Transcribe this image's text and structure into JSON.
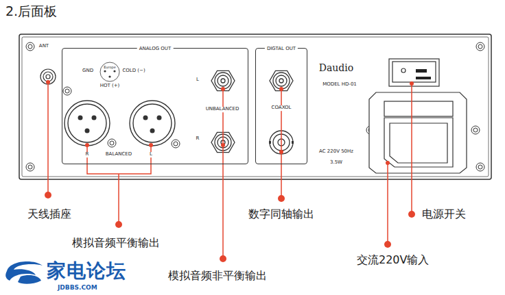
{
  "diagram": {
    "title": "2.后面板",
    "nodes": [
      {
        "text": [
          "ANALOG OUT"
        ]
      },
      {
        "text": [
          "DIGTAL OUT"
        ]
      }
    ],
    "labels": [
      "ANT",
      "GND",
      "Europe",
      "COLD (−)",
      "HOT (+)",
      "R",
      "BALANCED",
      "L",
      "L",
      "UNBALANCED",
      "R",
      "COAXOL",
      "Daudio",
      "MODEL  HD-01",
      "AC 220V 50Hz",
      "3.5W",
      "天线插座",
      "模拟音频平衡输出",
      "模拟音频非平衡输出",
      "数字同轴输出",
      "电源开关",
      "交流220V输入",
      "家电论坛",
      "JDBBS.COM"
    ]
  }
}
